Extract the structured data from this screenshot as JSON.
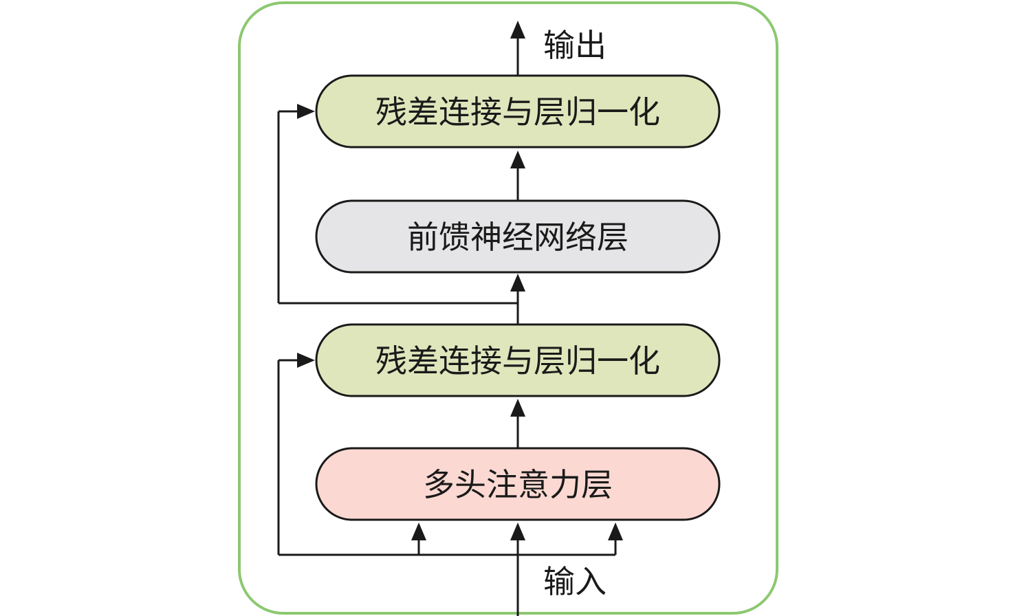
{
  "diagram": {
    "output_label": "输出",
    "input_label": "输入",
    "blocks": {
      "add_norm_top": "残差连接与层归一化",
      "feed_forward": "前馈神经网络层",
      "add_norm_bottom": "残差连接与层归一化",
      "multi_head_attention": "多头注意力层"
    }
  },
  "colors": {
    "frame_border": "#8cc870",
    "add_norm_fill": "#dfe6bc",
    "feed_forward_fill": "#e5e5e7",
    "attention_fill": "#fbd9d2",
    "stroke": "#1a1a1a"
  }
}
